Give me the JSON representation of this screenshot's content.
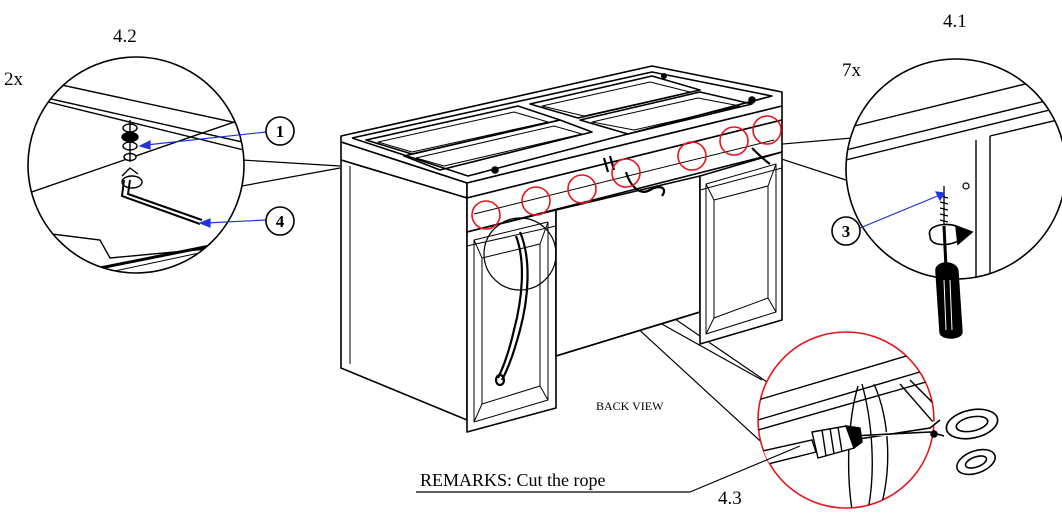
{
  "labels": {
    "detail_left": "4.2",
    "detail_right": "4.1",
    "detail_bottom": "4.3",
    "qty_left": "2x",
    "qty_right": "7x",
    "view_name": "BACK VIEW",
    "remarks": "REMARKS: Cut the rope"
  },
  "callouts": [
    "1",
    "4",
    "3"
  ],
  "colors": {
    "line": "#000000",
    "highlight": "#e8141c",
    "pointer": "#2233dd"
  },
  "icons": [
    "screw-icon",
    "washer-icon",
    "hex-key-icon",
    "screwdriver-icon",
    "rotate-arrow-icon",
    "scissors-icon",
    "power-cord-icon"
  ]
}
